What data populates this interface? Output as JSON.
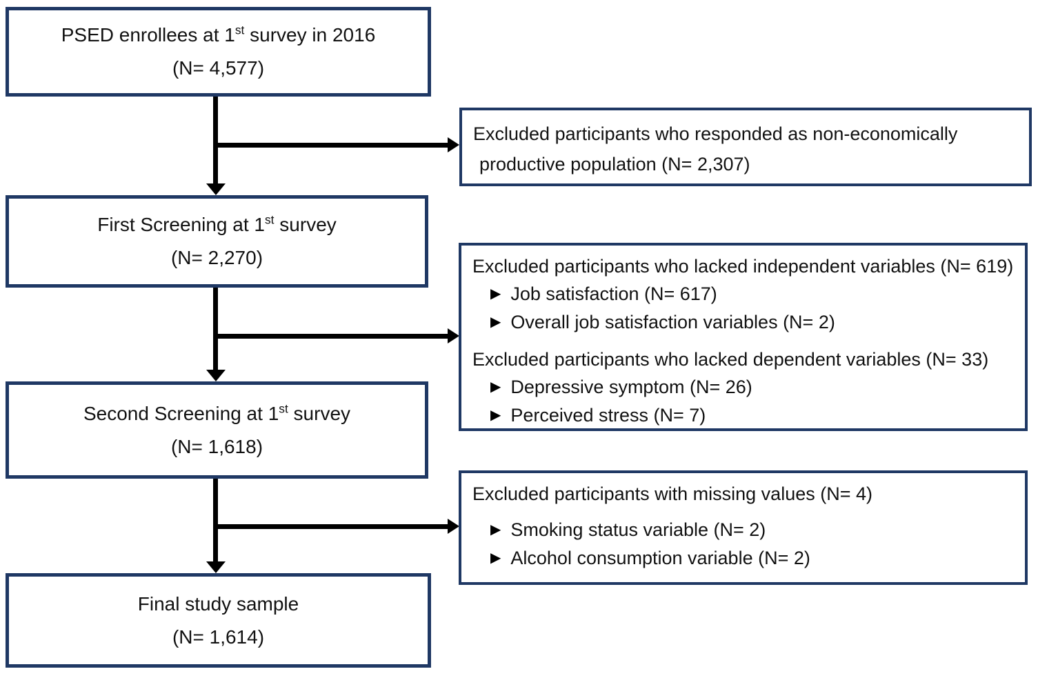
{
  "diagram": {
    "border_color": "#1f3864",
    "arrow_color": "#000000",
    "bullet_icon": "▶",
    "flow_boxes": [
      {
        "name": "enrollees",
        "line1_pre": "PSED enrollees at 1",
        "line1_sup": "st",
        "line1_post": " survey in 2016",
        "line2": "(N= 4,577)"
      },
      {
        "name": "first-screening",
        "line1_pre": "First Screening at 1",
        "line1_sup": "st",
        "line1_post": " survey",
        "line2": "(N= 2,270)"
      },
      {
        "name": "second-screening",
        "line1_pre": "Second Screening at 1",
        "line1_sup": "st",
        "line1_post": " survey",
        "line2": "(N= 1,618)"
      },
      {
        "name": "final-sample",
        "line1_pre": "Final study sample",
        "line1_sup": "",
        "line1_post": "",
        "line2": "(N= 1,614)"
      }
    ],
    "exclusion_boxes": [
      {
        "lines": [
          "Excluded participants who responded as non-economically",
          "productive population (N= 2,307)"
        ]
      },
      {
        "sections": [
          {
            "heading": "Excluded participants who lacked independent variables (N= 619)",
            "items": [
              "Job satisfaction (N= 617)",
              "Overall job satisfaction variables (N= 2)"
            ]
          },
          {
            "heading": "Excluded participants who lacked dependent variables (N= 33)",
            "items": [
              "Depressive symptom (N= 26)",
              "Perceived stress (N= 7)"
            ]
          }
        ]
      },
      {
        "sections": [
          {
            "heading": "Excluded participants with missing values (N= 4)",
            "items": [
              "Smoking status variable (N= 2)",
              "Alcohol consumption variable (N= 2)"
            ]
          }
        ]
      }
    ]
  }
}
